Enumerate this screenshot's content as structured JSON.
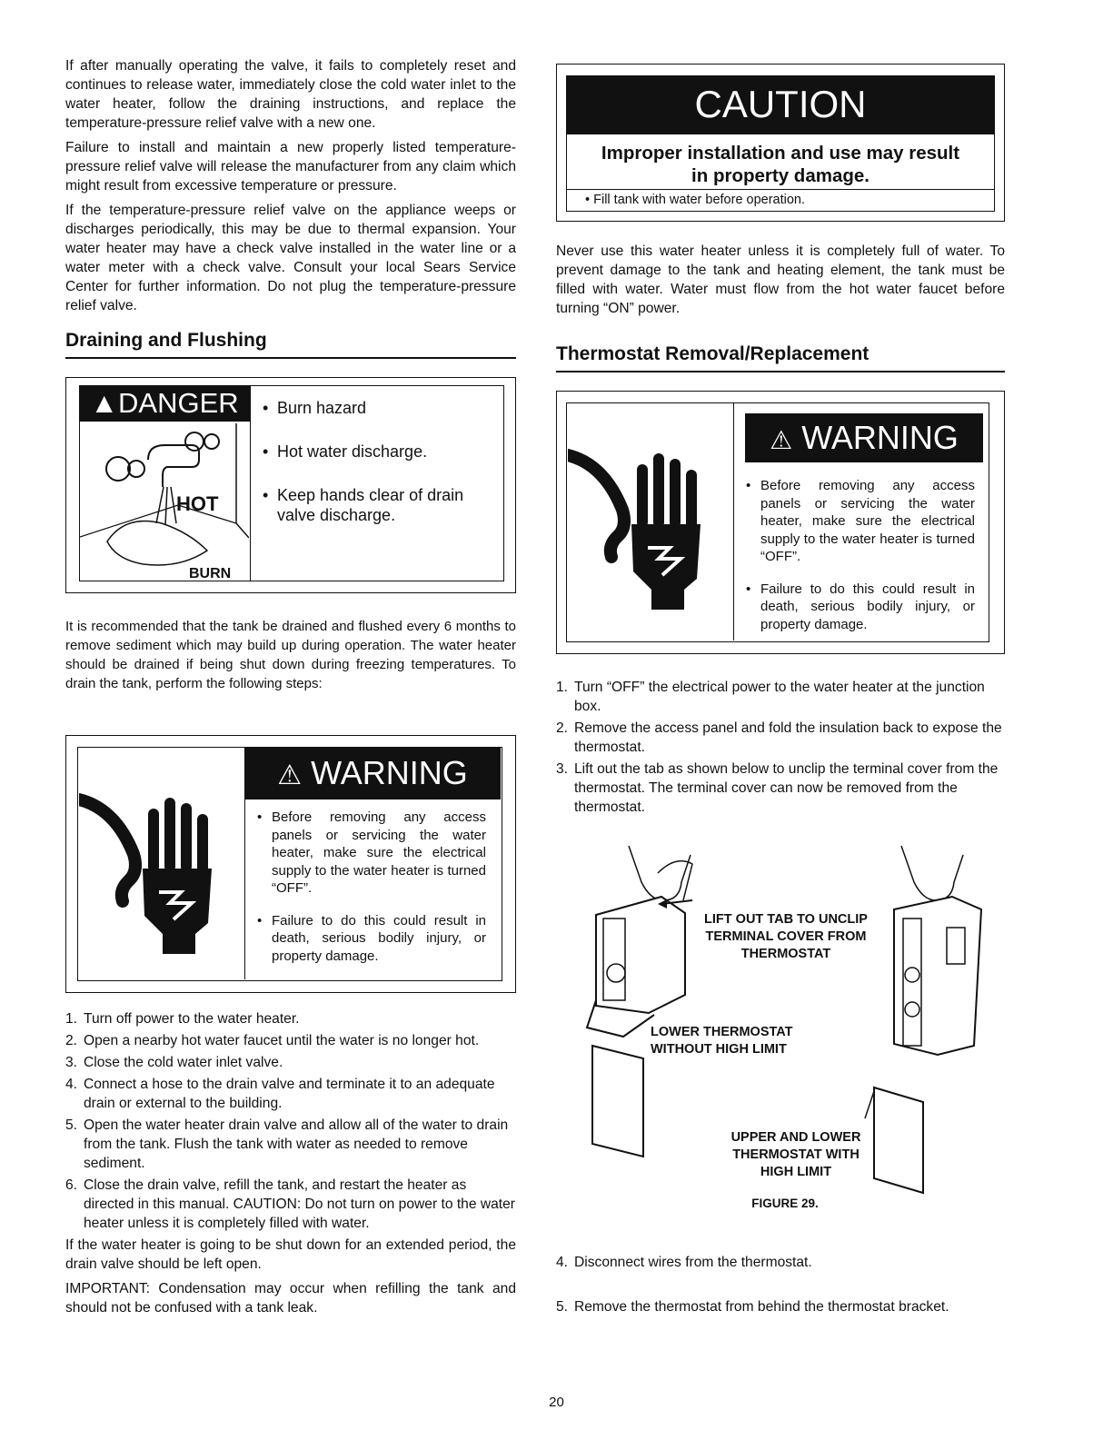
{
  "left": {
    "para1": "If after manually operating the valve, it fails to completely reset and continues to release water, immediately close the cold water inlet to the water heater, follow the draining instructions, and replace the temperature-pressure relief valve with a new one.",
    "para2": "Failure to install and maintain a new properly listed temperature-pressure relief valve will release the manufacturer from any claim which might result from excessive temperature or pressure.",
    "para3": "If the temperature-pressure relief valve on the appliance weeps or discharges periodically, this may be due to thermal expansion. Your water heater may have a check valve installed in the water line or a water meter with a check valve. Consult your local Sears Service Center for further information. Do not plug the temperature-pressure relief valve.",
    "section_heading": "Draining and Flushing",
    "danger": {
      "label": "DANGER",
      "image_text_hot": "HOT",
      "image_text_burn": "BURN",
      "bullets": [
        "Burn hazard",
        "Hot water discharge.",
        "Keep hands clear of drain valve discharge."
      ]
    },
    "para4": "It is recommended that the tank be drained and flushed every 6 months to remove sediment which may build up during operation. The water heater should be drained if being shut down during freezing temperatures. To drain the tank, perform the following steps:",
    "warning": {
      "label": "WARNING",
      "bullets": [
        "Before removing any access panels or servicing the water heater, make sure the electrical supply to the water heater is turned “OFF”.",
        "Failure to do this could result in death, serious bodily injury, or property damage."
      ]
    },
    "steps": [
      {
        "num": "1.",
        "text": "Turn off power to the water heater."
      },
      {
        "num": "2.",
        "text": "Open a nearby hot water faucet until the water is no longer hot."
      },
      {
        "num": "3.",
        "text": "Close the cold water inlet valve."
      },
      {
        "num": "4.",
        "text": "Connect a hose to the drain valve and terminate it to an adequate drain or external to the building."
      },
      {
        "num": "5.",
        "text": "Open the water heater drain valve and allow all of the water to drain from the tank. Flush the tank with water as needed to remove sediment."
      },
      {
        "num": "6.",
        "text": "Close the drain valve, refill the tank, and restart the heater as directed in this manual. CAUTION: Do not turn on power to the water heater unless it is completely filled with water."
      }
    ],
    "para5": "If the water heater is going to be shut down for an extended period, the drain valve should be left open.",
    "para6": "IMPORTANT: Condensation may occur when refilling the tank and should not be confused with a tank leak."
  },
  "right": {
    "caution": {
      "label": "CAUTION",
      "headline": "Improper installation and use may result in property damage.",
      "bullet": "Fill tank with water before operation."
    },
    "para1": "Never use this water heater unless it is completely full of water. To prevent damage to the tank and heating element, the tank must be filled with water. Water must flow from the hot water faucet before turning “ON” power.",
    "section_heading": "Thermostat Removal/Replacement",
    "warning": {
      "label": "WARNING",
      "bullets": [
        "Before removing any access panels or servicing the water heater, make sure the electrical supply to the water heater is turned “OFF”.",
        "Failure to do this could result in death, serious bodily injury, or property damage."
      ]
    },
    "steps_a": [
      {
        "num": "1.",
        "text": "Turn “OFF” the electrical power to the water heater at the junction box."
      },
      {
        "num": "2.",
        "text": "Remove the access panel and fold the insulation back to expose the thermostat."
      },
      {
        "num": "3.",
        "text": "Lift out the tab as shown below to unclip the terminal cover from the thermostat. The terminal cover can now be removed from the thermostat."
      }
    ],
    "figure": {
      "label_lift": "LIFT OUT TAB TO UNCLIP TERMINAL COVER FROM THERMOSTAT",
      "label_lower": "LOWER THERMOSTAT WITHOUT HIGH LIMIT",
      "label_upper": "UPPER AND LOWER THERMOSTAT WITH HIGH LIMIT",
      "caption": "FIGURE 29."
    },
    "steps_b": [
      {
        "num": "4.",
        "text": "Disconnect wires from the thermostat."
      },
      {
        "num": "5.",
        "text": "Remove the thermostat from behind the thermostat bracket."
      }
    ]
  },
  "page_number": "20"
}
